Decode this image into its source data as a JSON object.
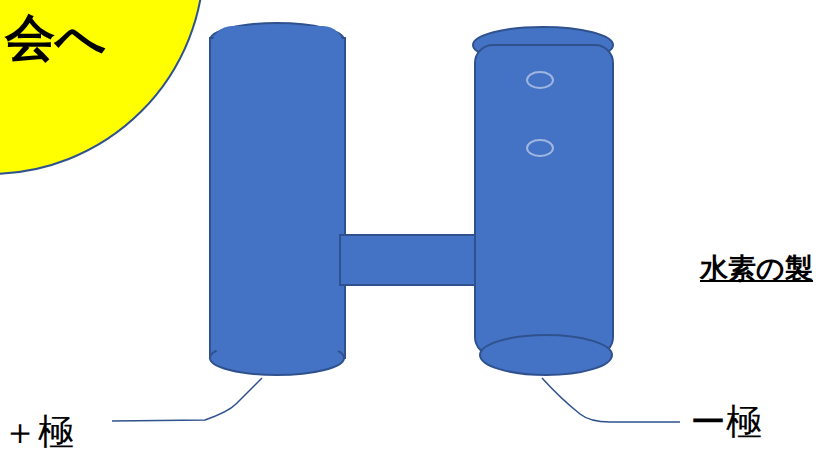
{
  "diagram": {
    "nodes": [
      {
        "text": [
          "会へ"
        ]
      }
    ],
    "labels": [
      "水素の製",
      "＋極",
      "ー極"
    ]
  }
}
